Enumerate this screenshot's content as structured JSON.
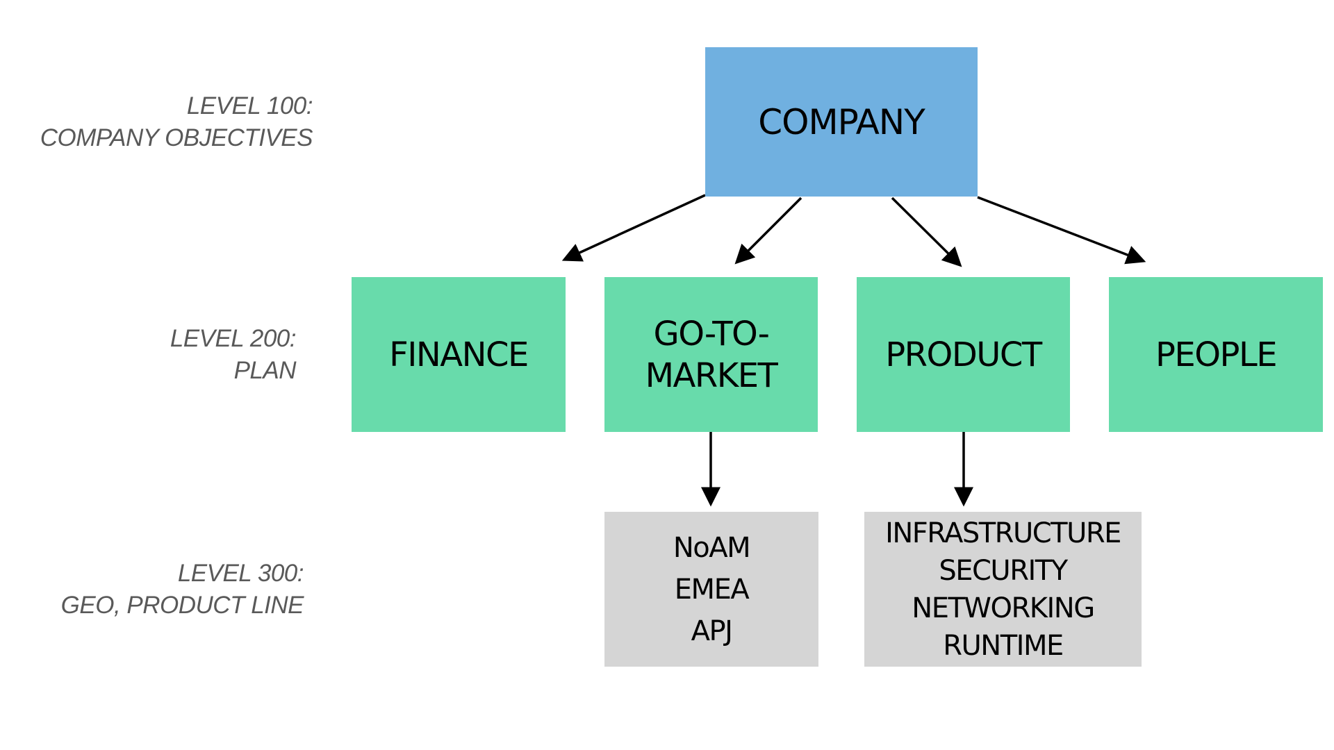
{
  "colors": {
    "level100": "#70b0e0",
    "level200": "#68dbab",
    "level300": "#d5d5d5",
    "label_text": "#595959",
    "arrow": "#000000"
  },
  "levels": [
    {
      "lines": [
        "LEVEL 100:",
        "COMPANY OBJECTIVES"
      ]
    },
    {
      "lines": [
        "LEVEL 200:",
        "PLAN"
      ]
    },
    {
      "lines": [
        "LEVEL 300:",
        "GEO, PRODUCT LINE"
      ]
    }
  ],
  "nodes": {
    "company": {
      "lines": [
        "COMPANY"
      ]
    },
    "finance": {
      "lines": [
        "FINANCE"
      ]
    },
    "go_to_market": {
      "lines": [
        "GO-TO-",
        "MARKET"
      ]
    },
    "product": {
      "lines": [
        "PRODUCT"
      ]
    },
    "people": {
      "lines": [
        "PEOPLE"
      ]
    },
    "geo": {
      "lines": [
        "NoAM",
        "EMEA",
        "APJ"
      ]
    },
    "product_lines": {
      "lines": [
        "INFRASTRUCTURE",
        "SECURITY",
        "NETWORKING",
        "RUNTIME"
      ]
    }
  },
  "edges": [
    {
      "from": "company",
      "to": "finance"
    },
    {
      "from": "company",
      "to": "go_to_market"
    },
    {
      "from": "company",
      "to": "product"
    },
    {
      "from": "company",
      "to": "people"
    },
    {
      "from": "go_to_market",
      "to": "geo"
    },
    {
      "from": "product",
      "to": "product_lines"
    }
  ]
}
